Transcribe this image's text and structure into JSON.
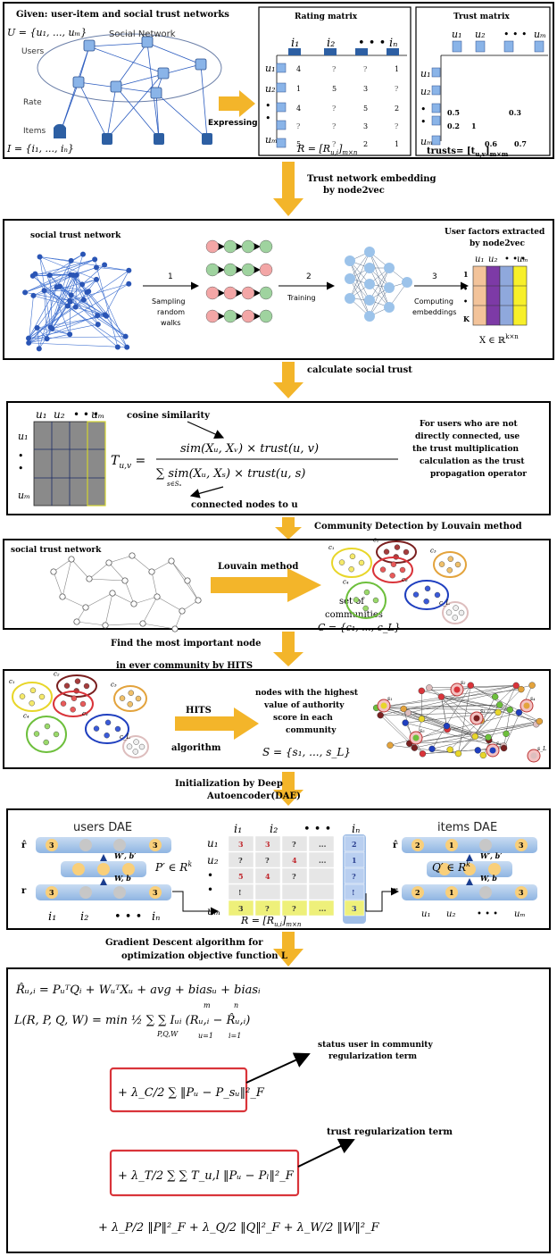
{
  "colors": {
    "arrow": "#f3b52a",
    "frame": "#000000",
    "highlight_red": "#d9343a",
    "cell_yellow": "#f1f58c",
    "node_orange": "#f9cf7a",
    "dae_blue": "#a9c9ec"
  },
  "panel1": {
    "given": "Given: user-item and social trust networks",
    "user_set": "U = {u₁, ..., uₘ}",
    "social_network": "Social Network",
    "users": "Users",
    "rate": "Rate",
    "items": "Items",
    "item_set": "I = {i₁, ..., iₙ}",
    "expressing": "Expressing",
    "rating_title": "Rating matrix",
    "rating_cols": [
      "i₁",
      "i₂",
      "• • •",
      "iₙ"
    ],
    "rating_rows": [
      "u₁",
      "u₂",
      "•",
      "•",
      "uₘ"
    ],
    "rating_cells": [
      [
        "4",
        "?",
        "?",
        "1"
      ],
      [
        "1",
        "5",
        "3",
        "?"
      ],
      [
        "4",
        "?",
        "5",
        "2"
      ],
      [
        "?",
        "?",
        "3",
        "?"
      ],
      [
        "5",
        "?",
        "2",
        "1"
      ]
    ],
    "rating_formula": "R = [R",
    "rating_formula_sub": "u,i",
    "rating_formula_end": "]",
    "rating_formula_dim": "m×n",
    "trust_title": "Trust matrix",
    "trust_cols": [
      "u₁",
      "u₂",
      "• • •",
      "uₘ"
    ],
    "trust_rows": [
      "u₁",
      "u₂",
      "•",
      "•",
      "uₘ"
    ],
    "trust_values": [
      "0.5",
      "0.3",
      "0.2",
      "1",
      "0.6",
      "0.7"
    ],
    "trust_formula": "trusts= [t",
    "trust_formula_sub": "u,v",
    "trust_formula_end": "]",
    "trust_formula_dim": "m×m"
  },
  "step1": {
    "line1": "Trust network embedding",
    "line2": "by node2vec"
  },
  "panel2": {
    "title": "social trust network",
    "step1_num": "1",
    "step1_label": [
      "Sampling",
      "random",
      "walks"
    ],
    "step2_num": "2",
    "step2_label": "Training",
    "step3_num": "3",
    "step3_label": [
      "Computing",
      "embeddings"
    ],
    "factors_title": [
      "User factors extracted",
      "by node2vec"
    ],
    "factor_cols": [
      "u₁",
      "u₂",
      "• • •",
      "uₘ"
    ],
    "factor_rows": [
      "1",
      "•",
      "•",
      "K"
    ],
    "factor_formula": "X ∈ ℝ",
    "factor_formula_sup": "k×n"
  },
  "step2": {
    "line1": "calculate social trust"
  },
  "panel3": {
    "cols": [
      "u₁",
      "u₂",
      "• • •",
      "uₘ"
    ],
    "rows": [
      "u₁",
      "•",
      "•",
      "uₘ"
    ],
    "cosine": "cosine similarity",
    "lhs": "T",
    "lhs_sub": "u,v",
    "numerator": "sim(Xᵤ, Xᵥ) × trust(u, v)",
    "denominator": "∑ sim(Xᵤ, Xₛ) × trust(u, s)",
    "denominator_sub": "s∈Sᵤ",
    "connected": "connected nodes to u",
    "note": [
      "For users who are not",
      "directly connected,  use",
      "the trust multiplication",
      "calculation as the trust",
      "propagation operator"
    ]
  },
  "step3": {
    "line1": "Community Detection by Louvain method"
  },
  "panel4": {
    "title": "social trust network",
    "method": "Louvain method",
    "set_of": "set of",
    "communities": "communities",
    "formula": "C = {c₁, ..., c_L}",
    "labels": [
      "c₁",
      "c₂",
      "c₃",
      "c₄",
      "c₆",
      "c_L"
    ]
  },
  "step4": {
    "line1": "Find the most important node",
    "line2": "in ever community by HITS"
  },
  "panel5": {
    "hits": "HITS",
    "algorithm": "algorithm",
    "description": [
      "nodes with the highest",
      "value of authority",
      "score in each",
      "community"
    ],
    "formula": "S = {s₁, ..., s_L}",
    "labels": [
      "c₁",
      "c₂",
      "c₃",
      "c₄",
      "c₆",
      "c_L"
    ],
    "seed_labels": [
      "s₁",
      "s₂",
      "s₃",
      "s₄",
      "s₅",
      "s₆",
      "s_L"
    ]
  },
  "step5": {
    "line1": "Initialization by Deep",
    "line2": "Autoencoder(DAE)"
  },
  "panel6": {
    "users_dae": "users DAE",
    "items_dae": "items DAE",
    "r_hat": "r̂",
    "r": "r",
    "w_prime": "W′, b′",
    "w": "W, b",
    "p_prime": "P′ ∈ R",
    "q_prime": "Q′ ∈ R",
    "sup_k": "k",
    "users_top": [
      "3",
      "",
      "",
      "3"
    ],
    "users_bottom": [
      "3",
      "",
      "",
      "3"
    ],
    "items_top": [
      "2",
      "1",
      "",
      "3"
    ],
    "items_bottom": [
      "2",
      "1",
      "",
      "3"
    ],
    "user_axis": [
      "i₁",
      "i₂",
      "• • •",
      "iₙ"
    ],
    "item_axis": [
      "u₁",
      "u₂",
      "• • •",
      "uₘ"
    ],
    "mat_cols": [
      "i₁",
      "i₂",
      "• • •",
      "iₙ"
    ],
    "mat_rows": [
      "u₁",
      "u₂",
      "•",
      "•",
      "uₘ"
    ],
    "mat_cells": [
      [
        "3",
        "3",
        "?",
        "...",
        "2"
      ],
      [
        "?",
        "?",
        "4",
        "...",
        "1"
      ],
      [
        "5",
        "4",
        "?",
        "",
        "?"
      ],
      [
        "!",
        "",
        "",
        "",
        "!"
      ],
      [
        "3",
        "?",
        "?",
        "...",
        "3"
      ]
    ],
    "mat_formula": "R = [R",
    "mat_formula_sub": "u,i",
    "mat_formula_end": "]",
    "mat_formula_dim": "m×n"
  },
  "step6": {
    "line1": "Gradient Descent algorithm for",
    "line2": "optimization  objective function L"
  },
  "panel7": {
    "prediction": "R̂ᵤ,ᵢ = PᵤᵀQᵢ + WᵤᵀXᵤ + avg + biasᵤ + biasᵢ",
    "objective": "L(R, P, Q, W) = min ½ ∑ ∑ Iᵤᵢ (Rᵤ,ᵢ − R̂ᵤ,ᵢ)",
    "min_sub": "P,Q,W",
    "sum_lim_top": [
      "m",
      "n"
    ],
    "sum_lim_bottom": [
      "u=1",
      "i=1"
    ],
    "term_c": "+ λ_C/2 ∑ ‖Pᵤ − P_sᵤ‖²_F",
    "term_t": "+ λ_T/2 ∑ ∑ T_u,l ‖Pᵤ − Pₗ‖²_F",
    "term_reg": "+ λ_P/2 ‖P‖²_F + λ_Q/2 ‖Q‖²_F + λ_W/2 ‖W‖²_F",
    "status_note": [
      "status user in community",
      "regularization term"
    ],
    "trust_note": "trust regularization term"
  }
}
